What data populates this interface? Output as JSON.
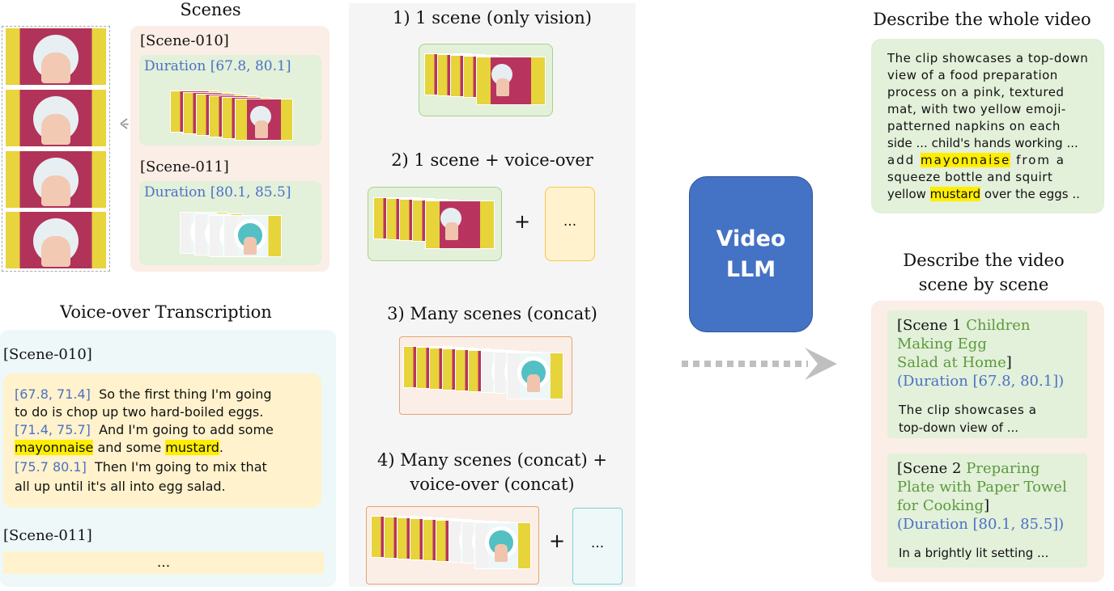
{
  "scenes_panel": {
    "title": "Scenes",
    "scene_a": {
      "label": "[Scene-010]",
      "duration": "Duration [67.8, 80.1]"
    },
    "scene_b": {
      "label": "[Scene-011]",
      "duration": "Duration [80.1, 85.5]"
    }
  },
  "voiceover_panel": {
    "title": "Voice-over Transcription",
    "scene_a_label": "[Scene-010]",
    "lines": [
      {
        "ts": "[67.8, 71.4]",
        "text": "So the first thing I'm going"
      },
      {
        "text": "to do is chop up two hard-boiled eggs."
      },
      {
        "ts": "[71.4, 75.7]",
        "text": "And I'm going to add some"
      },
      {
        "hl1": "mayonnaise",
        "mid": "and some",
        "hl2": "mustard",
        "end": "."
      },
      {
        "ts": "[75.7 80.1]",
        "text": "Then I'm going to mix that"
      },
      {
        "text": "all up until it's all into egg salad."
      }
    ],
    "scene_b_label": "[Scene-011]",
    "scene_b_text": "..."
  },
  "methods": {
    "m1": "1) 1 scene (only vision)",
    "m2": "2) 1 scene + voice-over",
    "m3": "3) Many scenes (concat)",
    "m4_line1": "4) Many scenes (concat) +",
    "m4_line2": "voice-over (concat)",
    "plus": "+",
    "ellipsis": "..."
  },
  "model": {
    "line1": "Video",
    "line2": "LLM"
  },
  "whole_video": {
    "title": "Describe the whole video",
    "lines": [
      "The clip showcases a top-down",
      "view of a food preparation",
      "process on a pink, textured",
      "mat, with two yellow emoji-",
      "patterned napkins on each",
      "side ... child's hands working ..."
    ],
    "line7_pre": "add",
    "line7_hl": "mayonnaise",
    "line7_post": "from a",
    "line8": "squeeze bottle and squirt",
    "line9_pre": "yellow",
    "line9_hl": "mustard",
    "line9_post": "over the eggs .."
  },
  "scene_by_scene": {
    "title_line1": "Describe the video",
    "title_line2": "scene by scene",
    "s1": {
      "prefix": "[Scene 1",
      "name_l1": "Children",
      "name_l2": "Making Egg",
      "name_l3": "Salad at Home",
      "close": "]",
      "duration": "(Duration [67.8, 80.1])",
      "text_l1": "The clip showcases a",
      "text_l2": "top-down view of  ..."
    },
    "s2": {
      "prefix": "[Scene 2",
      "name_l1": "Preparing",
      "name_l2": "Plate with Paper Towel",
      "name_l3": "for Cooking",
      "close": "]",
      "duration": "(Duration [80.1, 85.5])",
      "text_l1": "In a brightly lit setting ..."
    }
  },
  "colors": {
    "scene_green": "#e3f0da",
    "scene_green_border": "#a9d18e",
    "peach": "#fbeee6",
    "yellow_box": "#fff2cc",
    "yellow_border": "#f5c94a",
    "cyan_box": "#eef8f8",
    "cyan_border": "#7dd3d8",
    "orange_border": "#e0a57a",
    "llm_blue": "#4472c4",
    "highlight": "#ffee00"
  }
}
